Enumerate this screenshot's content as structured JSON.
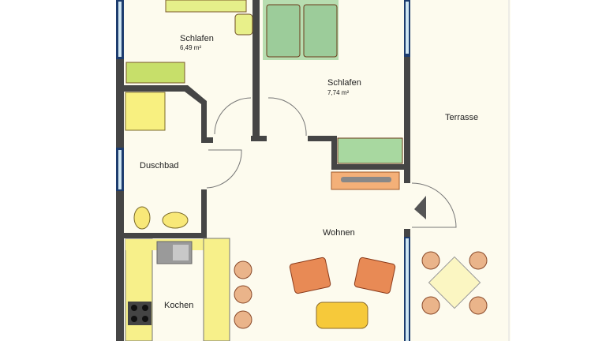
{
  "rooms": {
    "bedroom_small": {
      "name": "Schlafen",
      "area": "6,49 m²"
    },
    "bedroom_large": {
      "name": "Schlafen",
      "area": "7,74 m²"
    },
    "bathroom": {
      "name": "Duschbad"
    },
    "living": {
      "name": "Wohnen"
    },
    "kitchen": {
      "name": "Kochen"
    },
    "terrace": {
      "name": "Terrasse"
    }
  },
  "colors": {
    "floor": "#fdfbee",
    "wall": "#454545",
    "bed": "#9ccc9a",
    "kitchen": "#f7f08a",
    "armchair": "#e88a55",
    "chair": "#eab48a"
  }
}
